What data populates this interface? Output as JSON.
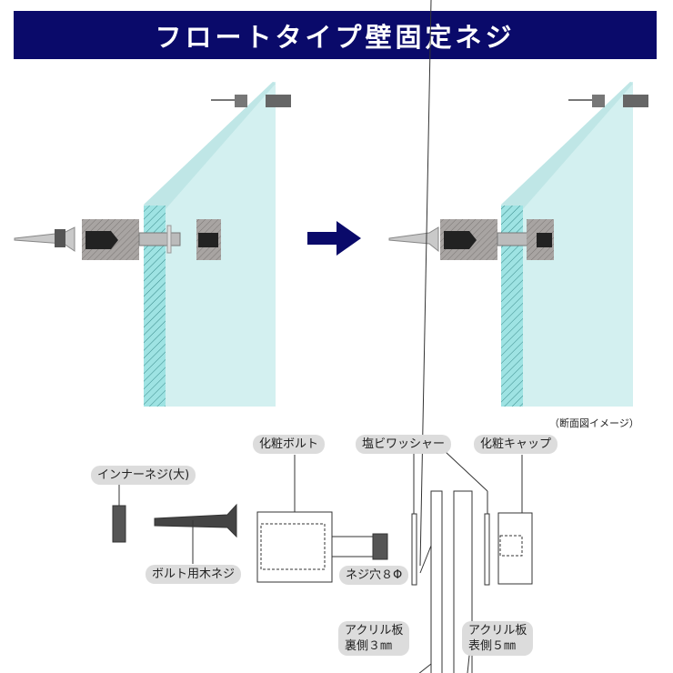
{
  "title": "フロートタイプ壁固定ネジ",
  "note": "（断面図イメージ）",
  "labels": {
    "inner_screw": "インナーネジ(大)",
    "decorative_bolt": "化粧ボルト",
    "pvc_washer": "塩ビワッシャー",
    "decorative_cap": "化粧キャップ",
    "wood_screw": "ボルト用木ネジ",
    "screw_hole": "ネジ穴８Φ",
    "acrylic_back_1": "アクリル板",
    "acrylic_back_2": "裏側３㎜",
    "acrylic_front_1": "アクリル板",
    "acrylic_front_2": "表側５㎜"
  },
  "colors": {
    "title_bg": "#0a0a6a",
    "glass": "#cdeeee",
    "arrow": "#0a0a6a"
  }
}
